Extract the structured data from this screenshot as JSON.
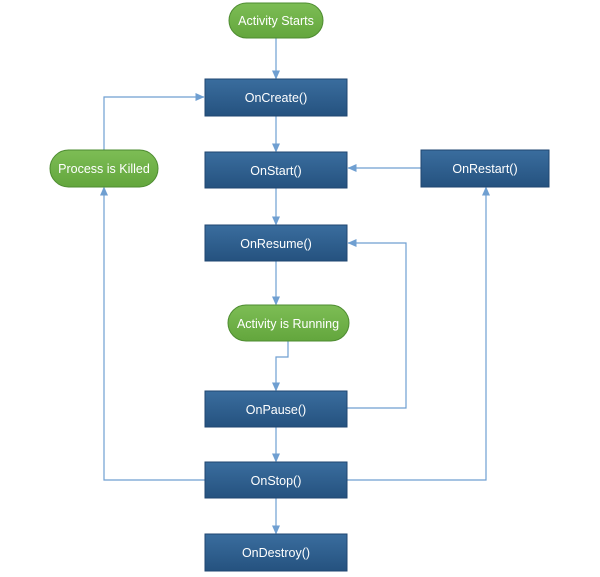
{
  "diagram": {
    "colors": {
      "process_fill": "#2e5f8f",
      "process_border": "#1f4670",
      "terminal_fill": "#71b24a",
      "terminal_border": "#4e8c31",
      "connector": "#6f9fd1",
      "text": "#ffffff"
    },
    "nodes": {
      "activity_starts": "Activity Starts",
      "on_create": "OnCreate()",
      "process_killed": "Process is Killed",
      "on_start": "OnStart()",
      "on_restart": "OnRestart()",
      "on_resume": "OnResume()",
      "activity_running": "Activity is Running",
      "on_pause": "OnPause()",
      "on_stop": "OnStop()",
      "on_destroy": "OnDestroy()"
    }
  }
}
